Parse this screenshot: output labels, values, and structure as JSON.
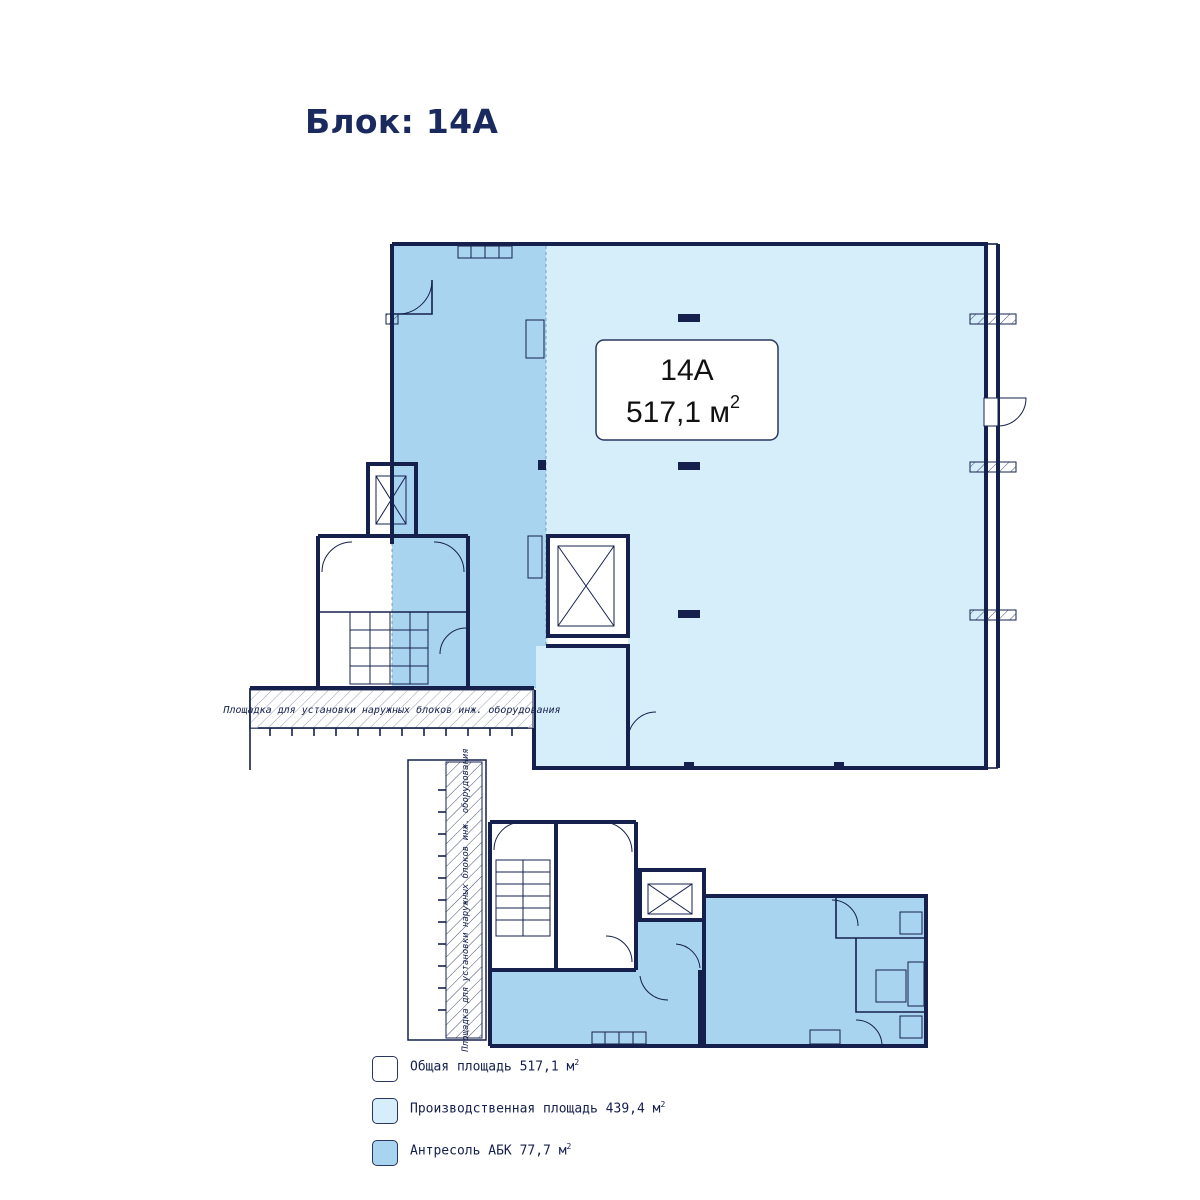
{
  "title": "Блок: 14А",
  "unit": {
    "label": "14А",
    "area_value": "517,1 м",
    "area_sup": "2"
  },
  "platform_label_upper": "Площадка для установки наружных блоков инж. оборудования",
  "platform_label_lower": "Площадка для установки наружных блоков инж. оборудования",
  "legend": [
    {
      "label": "Общая площадь 517,1 м",
      "sup": "2",
      "color": "#ffffff"
    },
    {
      "label": "Производственная площадь 439,4 м",
      "sup": "2",
      "color": "#d6eefa"
    },
    {
      "label": "Антресоль АБК 77,7 м",
      "sup": "2",
      "color": "#a9d4ef"
    }
  ],
  "colors": {
    "production": "#d6eefa",
    "mezzanine": "#a9d4ef",
    "wall": "#15204d",
    "title": "#1a2a5e"
  }
}
